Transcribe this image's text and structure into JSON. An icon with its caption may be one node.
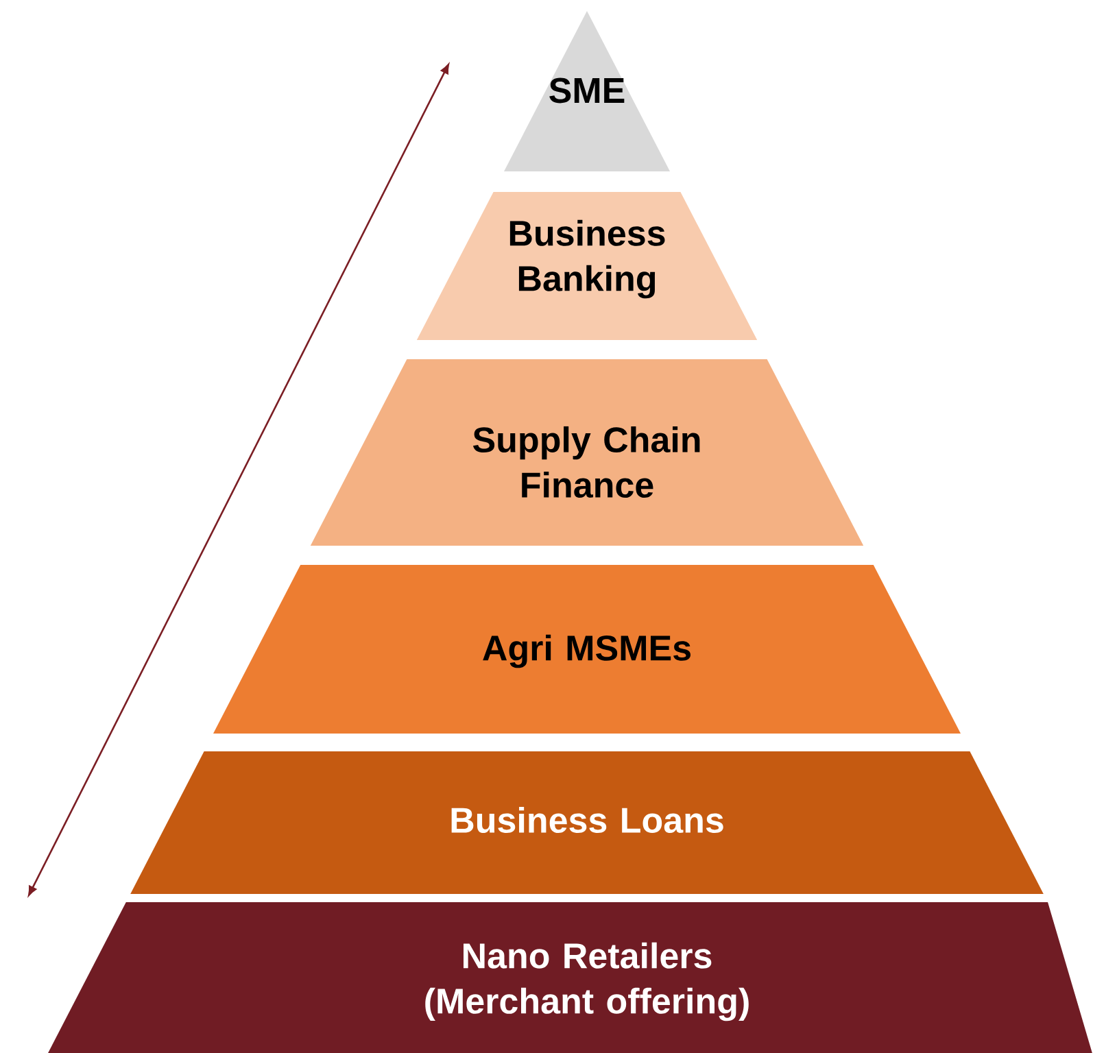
{
  "diagram": {
    "nodes": [
      {
        "text": [
          "SME"
        ]
      },
      {
        "text": [
          "Business Banking"
        ]
      },
      {
        "text": [
          "Supply Chain Finance"
        ]
      },
      {
        "text": [
          "Agri MSMEs"
        ]
      },
      {
        "text": [
          "Business Loans"
        ]
      },
      {
        "text": [
          "Nano Retailers (Merchant offering)"
        ]
      }
    ]
  }
}
